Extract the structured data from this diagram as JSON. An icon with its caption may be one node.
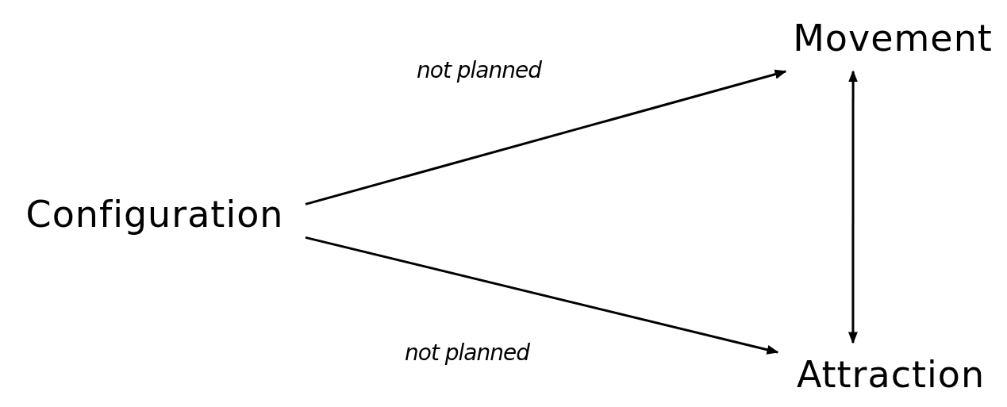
{
  "diagram": {
    "nodes": [
      {
        "text": [
          "Configuration"
        ]
      },
      {
        "text": [
          "Movement"
        ]
      },
      {
        "text": [
          "Attraction"
        ]
      }
    ],
    "edges": [
      {
        "from": 0,
        "to": 1,
        "arrow": "to",
        "label": "not planned"
      },
      {
        "from": 0,
        "to": 2,
        "arrow": "to",
        "label": "not planned"
      },
      {
        "from": 1,
        "to": 2,
        "arrow": "both"
      }
    ]
  }
}
